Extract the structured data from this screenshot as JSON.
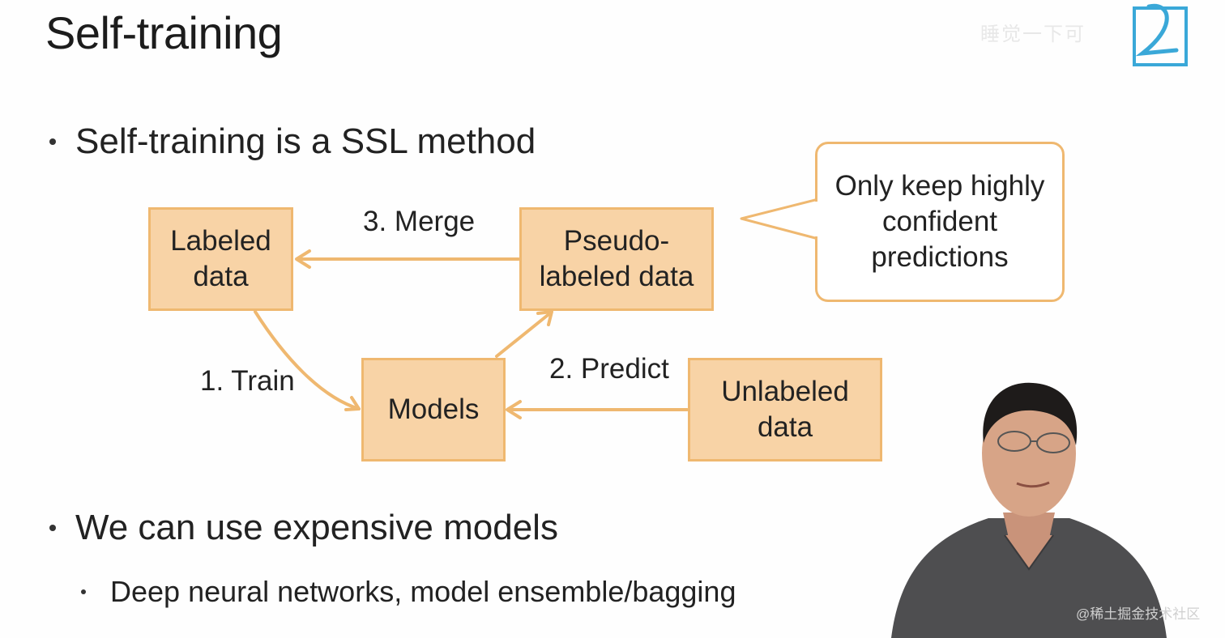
{
  "slide": {
    "title": "Self-training",
    "bullets": [
      "Self-training is a SSL method",
      "We can use expensive models"
    ],
    "sub_bullets": [
      "Deep neural networks, model ensemble/bagging"
    ]
  },
  "diagram": {
    "nodes": {
      "labeled": "Labeled\ndata",
      "pseudo": "Pseudo-\nlabeled data",
      "models": "Models",
      "unlabeled": "Unlabeled\ndata"
    },
    "edges": {
      "merge": "3. Merge",
      "train": "1. Train",
      "predict": "2. Predict"
    },
    "callout": "Only keep highly\nconfident\npredictions"
  },
  "watermarks": {
    "top": "睡觉一下可",
    "bottom": "@稀土掘金技术社区"
  },
  "colors": {
    "box_fill": "#f8d3a6",
    "box_border": "#efb870",
    "arrow": "#efb870",
    "logo": "#3aa8d8"
  },
  "icons": {
    "logo": "bilibili-logo-icon",
    "presenter": "presenter-video"
  }
}
